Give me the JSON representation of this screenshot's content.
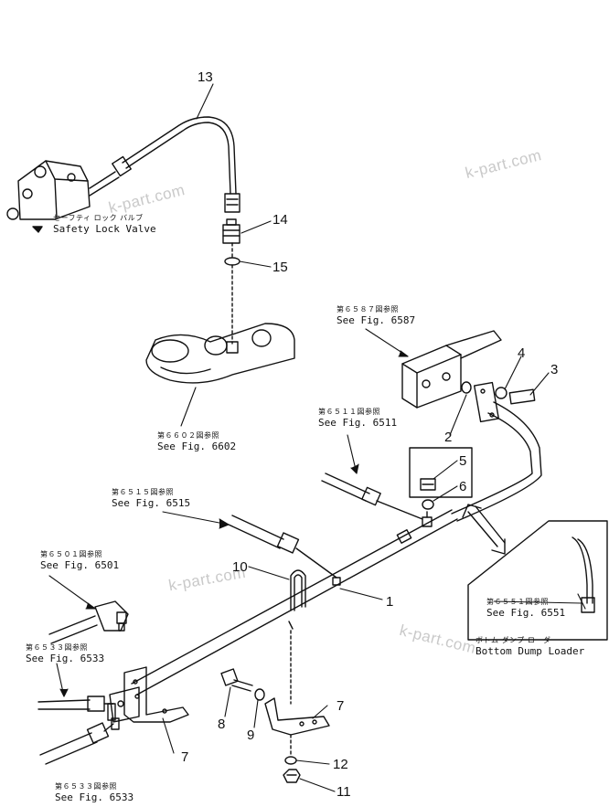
{
  "watermark": "k-part.com",
  "callouts": {
    "c1": "1",
    "c2": "2",
    "c3": "3",
    "c4": "4",
    "c5": "5",
    "c6": "6",
    "c7a": "7",
    "c7b": "7",
    "c8": "8",
    "c9": "9",
    "c10": "10",
    "c11": "11",
    "c12": "12",
    "c13": "13",
    "c14": "14",
    "c15": "15"
  },
  "references": {
    "safety_lock_valve": {
      "jp": "セーフティ ロック バルブ",
      "en": "Safety Lock Valve"
    },
    "fig6587": {
      "jp": "第６５８７図参照",
      "en": "See Fig. 6587"
    },
    "fig6511": {
      "jp": "第６５１１図参照",
      "en": "See Fig. 6511"
    },
    "fig6515": {
      "jp": "第６５１５図参照",
      "en": "See Fig. 6515"
    },
    "fig6501": {
      "jp": "第６５０１図参照",
      "en": "See Fig. 6501"
    },
    "fig6533a": {
      "jp": "第６５３３図参照",
      "en": "See Fig. 6533"
    },
    "fig6533b": {
      "jp": "第６５３３図参照",
      "en": "See Fig. 6533"
    },
    "fig6602": {
      "jp": "第６６０２図参照",
      "en": "See Fig. 6602"
    },
    "fig6551": {
      "jp": "第６５５１図参照",
      "en": "See Fig. 6551"
    },
    "bottom_dump": {
      "jp": "ボトム ダンプ ローダ",
      "en": "Bottom Dump Loader"
    }
  }
}
